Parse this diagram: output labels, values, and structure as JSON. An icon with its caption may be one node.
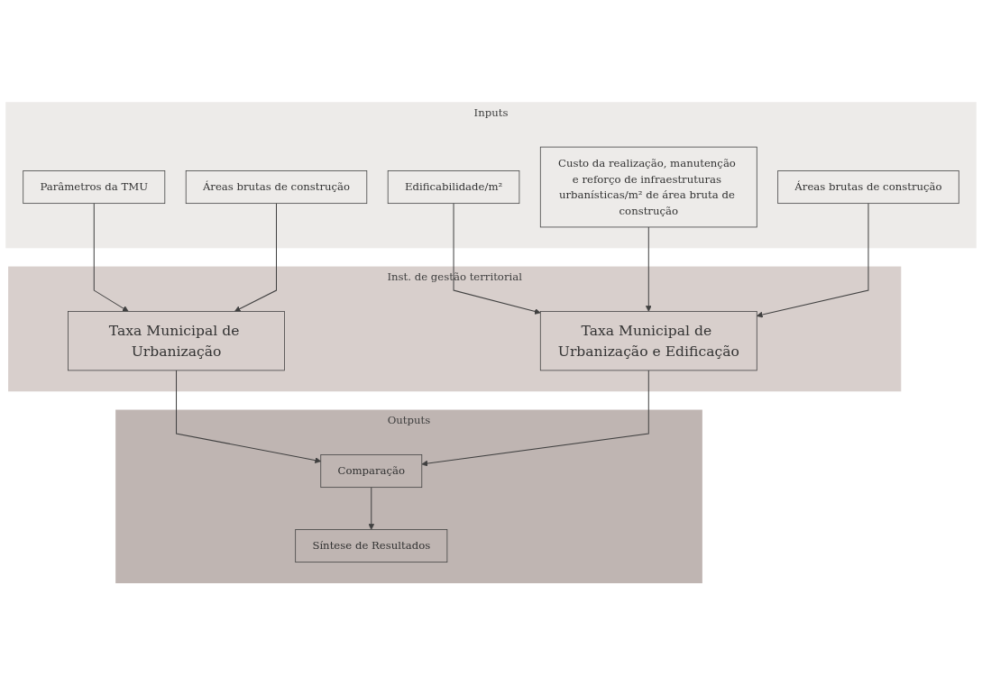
{
  "diagram": {
    "nodes": [
      {
        "text": [
          "Inputs"
        ]
      },
      {
        "text": [
          "Parâmetros da TMU"
        ],
        "in": 0
      },
      {
        "text": [
          "Áreas brutas de construção"
        ],
        "in": 0
      },
      {
        "text": [
          "Edificabilidade/m²"
        ],
        "in": 0
      },
      {
        "text": [
          "Custo da realização, manutenção e reforço de infraestruturas urbanísticas/m² de área bruta de construção"
        ],
        "in": 0
      },
      {
        "text": [
          "Áreas brutas de construção"
        ],
        "in": 0
      },
      {
        "text": [
          "Inst. de gestão territorial"
        ]
      },
      {
        "text": [
          "Taxa Municipal de Urbanização"
        ],
        "in": 6
      },
      {
        "text": [
          "Taxa Municipal de Urbanização e Edificação"
        ],
        "in": 6
      },
      {
        "text": [
          "Outputs"
        ]
      },
      {
        "text": [
          "Comparação"
        ],
        "in": 9
      },
      {
        "text": [
          "Síntese de Resultados"
        ],
        "in": 9
      }
    ],
    "edges": [
      {
        "from": 1,
        "to": 7,
        "arrow": "to"
      },
      {
        "from": 2,
        "to": 7,
        "arrow": "to"
      },
      {
        "from": 3,
        "to": 8,
        "arrow": "to"
      },
      {
        "from": 4,
        "to": 8,
        "arrow": "to"
      },
      {
        "from": 5,
        "to": 8,
        "arrow": "to"
      },
      {
        "from": 7,
        "to": 10,
        "arrow": "to"
      },
      {
        "from": 8,
        "to": 10,
        "arrow": "to"
      },
      {
        "from": 10,
        "to": 11,
        "arrow": "to"
      }
    ]
  }
}
